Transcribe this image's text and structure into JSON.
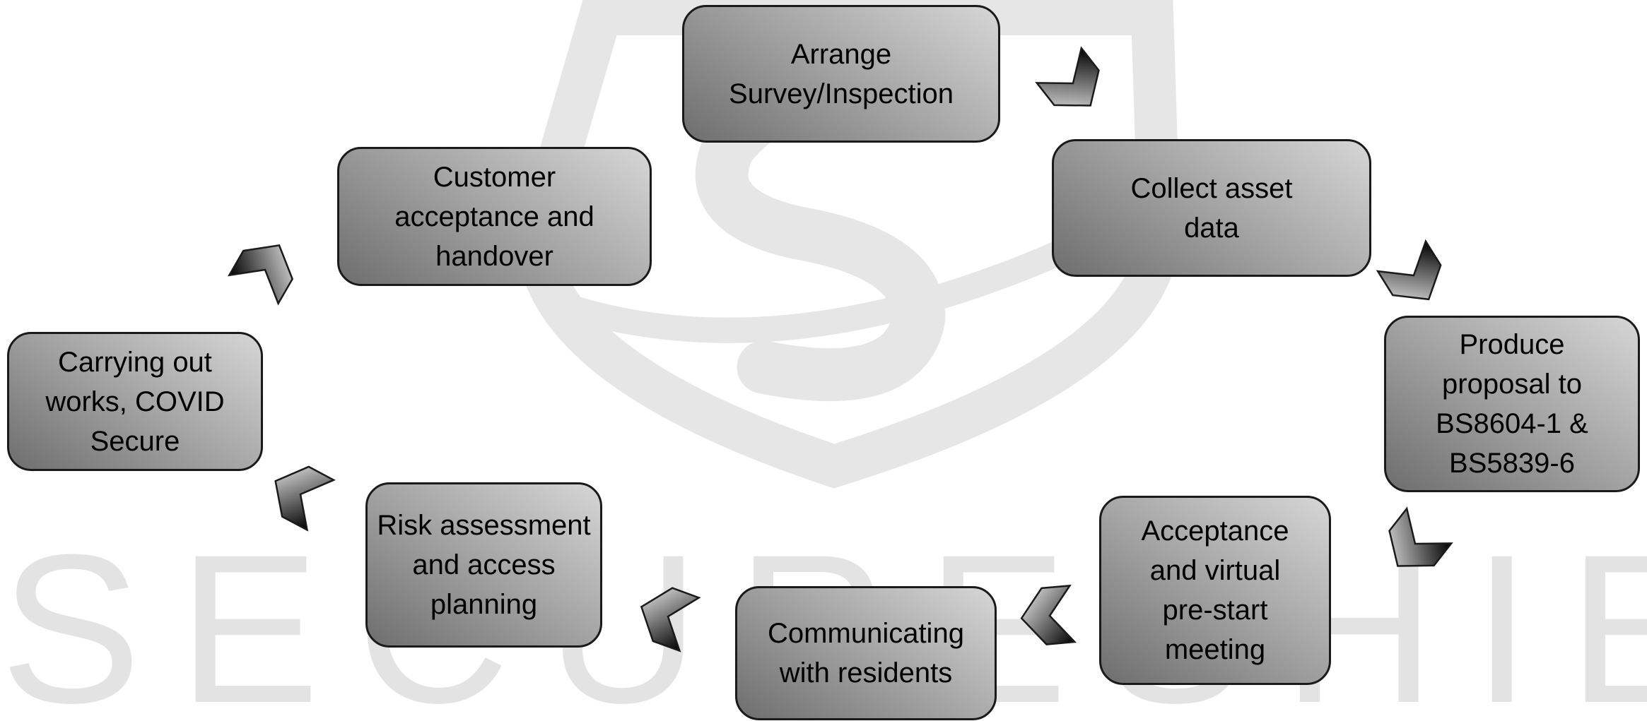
{
  "watermark": {
    "wordmark": "SECURESHIELD",
    "color": "#e3e3e3",
    "shield_color": "#e6e6e6"
  },
  "diagram": {
    "box_gradient": [
      "#6e6e6e",
      "#a3a3a3",
      "#d6d6d6"
    ],
    "border_color": "#1a1a1a",
    "steps": [
      {
        "id": "arrange-survey",
        "label": "Arrange\nSurvey/Inspection"
      },
      {
        "id": "collect-asset-data",
        "label": "Collect asset\ndata"
      },
      {
        "id": "produce-proposal",
        "label": "Produce\nproposal to\nBS8604-1 &\nBS5839-6"
      },
      {
        "id": "acceptance-meeting",
        "label": "Acceptance\nand virtual\npre-start\nmeeting"
      },
      {
        "id": "communicating",
        "label": "Communicating\nwith residents"
      },
      {
        "id": "risk-assessment",
        "label": "Risk assessment\nand access\nplanning"
      },
      {
        "id": "carrying-out-works",
        "label": "Carrying out\nworks, COVID\nSecure"
      },
      {
        "id": "customer-acceptance",
        "label": "Customer\nacceptance and\nhandover"
      }
    ]
  }
}
